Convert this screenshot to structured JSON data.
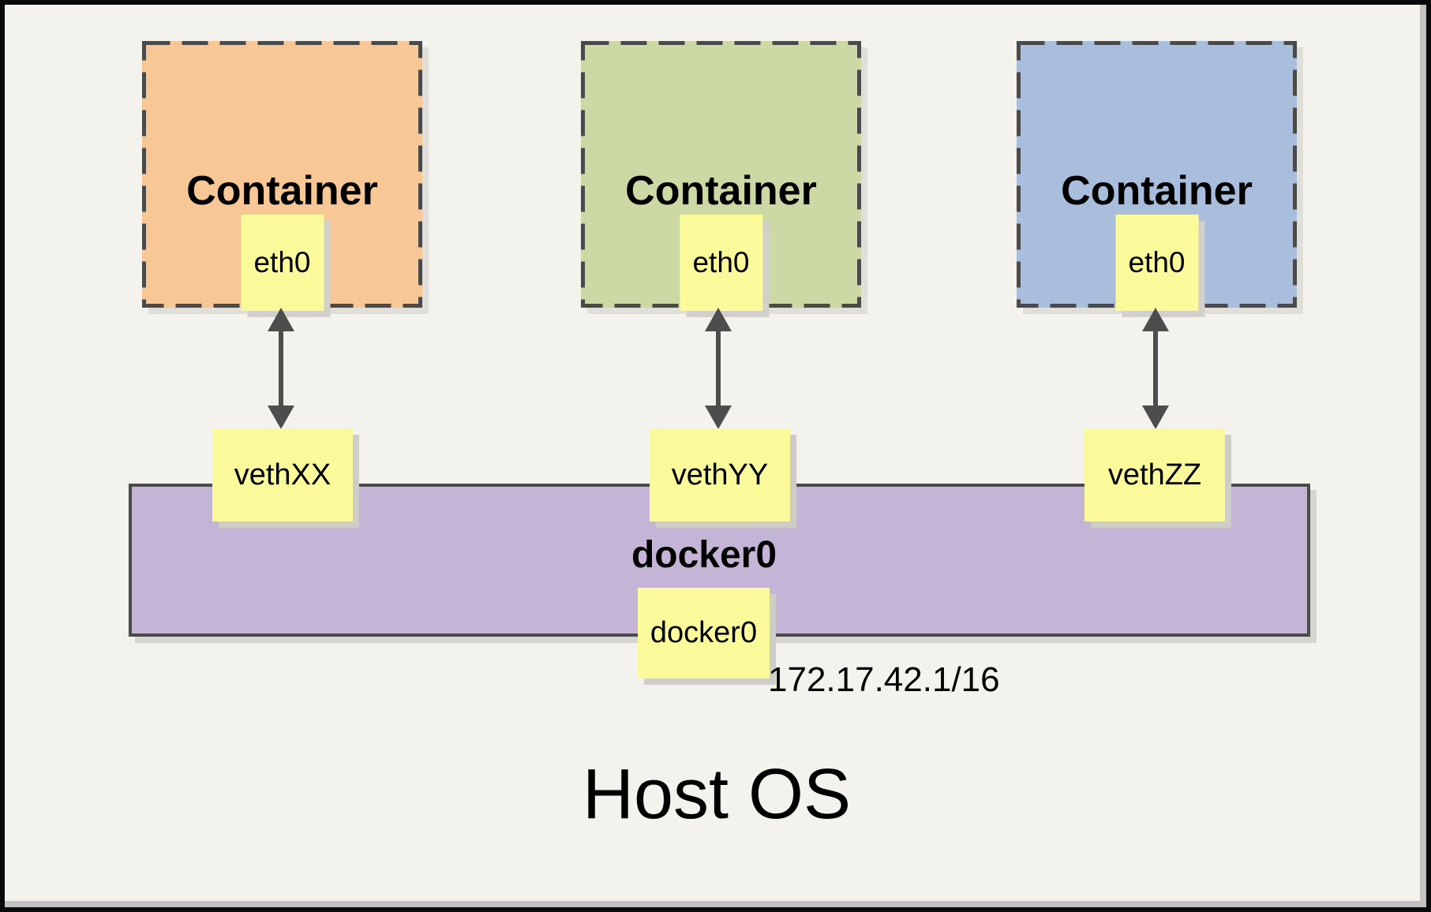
{
  "diagram": {
    "title_semantics": "Docker bridge networking diagram",
    "containers": [
      {
        "label": "Container",
        "interface": "eth0",
        "fill_color": "#f7c795"
      },
      {
        "label": "Container",
        "interface": "eth0",
        "fill_color": "#cdd9a5"
      },
      {
        "label": "Container",
        "interface": "eth0",
        "fill_color": "#a9bedc"
      }
    ],
    "veth_boxes": [
      {
        "label": "vethXX"
      },
      {
        "label": "vethYY"
      },
      {
        "label": "vethZZ"
      }
    ],
    "bridge": {
      "title": "docker0",
      "interface": "docker0",
      "ip": "172.17.42.1/16",
      "fill_color": "#c4b5d7"
    },
    "host": {
      "label": "Host OS"
    },
    "colors": {
      "background": "#f4f2ed",
      "note_yellow": "#fbfa9b",
      "line_dark": "#4a4a4a",
      "frame_black": "#0a0a0a",
      "frame_gray": "#c2c2c2"
    }
  }
}
